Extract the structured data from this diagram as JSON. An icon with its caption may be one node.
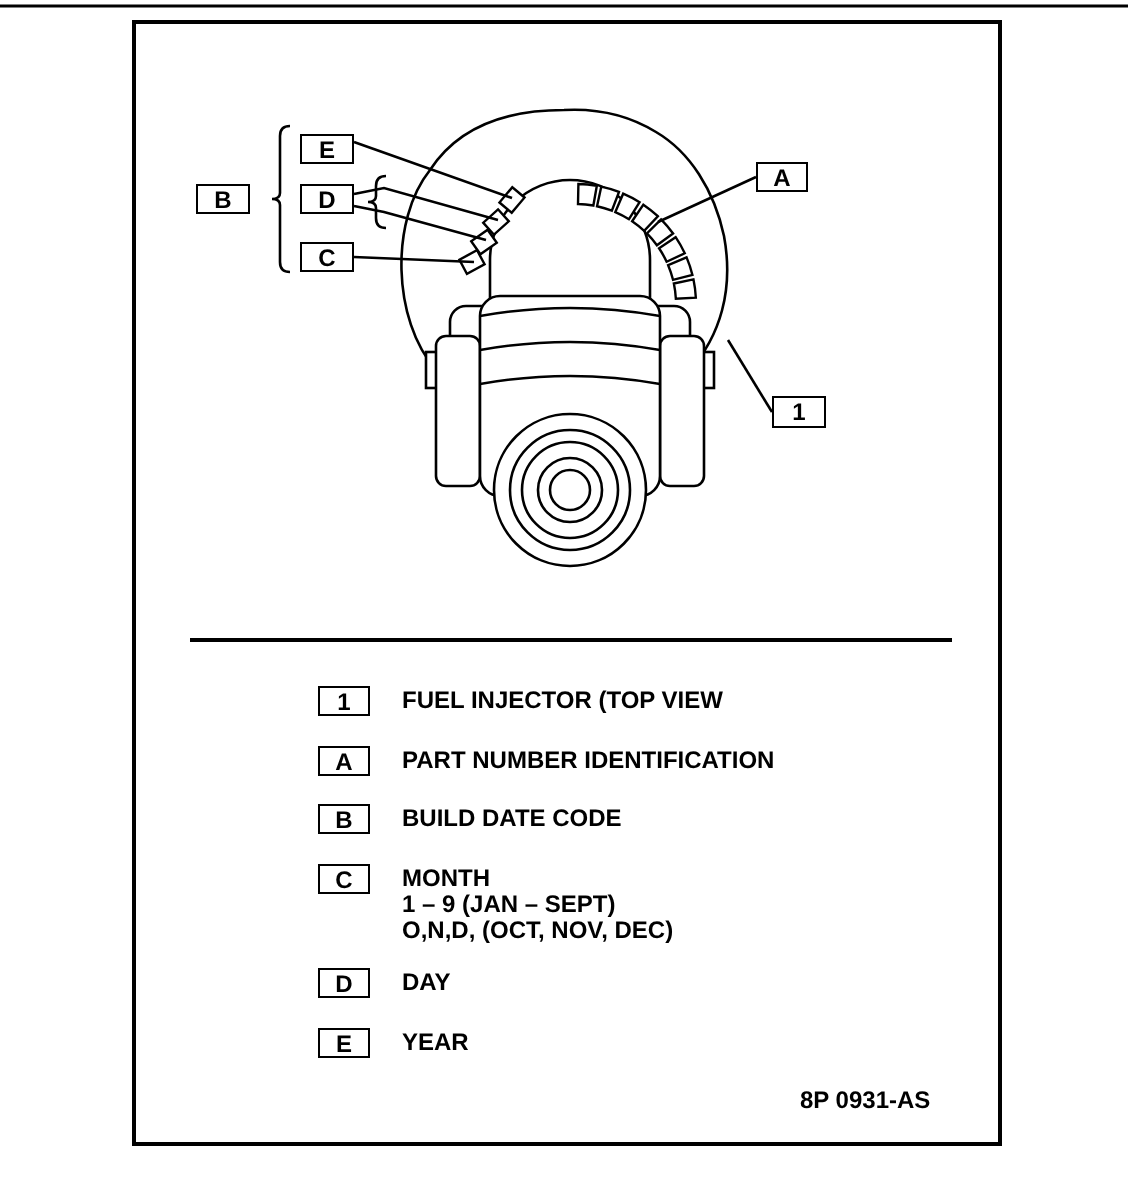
{
  "diagram": {
    "nodes": [
      {
        "text": [
          "E"
        ]
      },
      {
        "text": [
          "A"
        ]
      },
      {
        "text": [
          "B"
        ]
      },
      {
        "text": [
          "D"
        ]
      },
      {
        "text": [
          "C"
        ]
      },
      {
        "text": [
          "1"
        ]
      },
      {
        "text": [],
        "shape": "picture"
      },
      {
        "text": [],
        "shape": "box",
        "in": 6
      },
      {
        "text": [],
        "shape": "box",
        "in": 6
      },
      {
        "text": [],
        "shape": "box",
        "in": 6
      },
      {
        "text": [],
        "shape": "box",
        "in": 6
      },
      {
        "text": [],
        "shape": "bar",
        "in": 6
      },
      {
        "text": [
          "1"
        ],
        "beside": [
          "FUEL INJECTOR (TOP VIEW"
        ]
      },
      {
        "text": [
          "A"
        ],
        "beside": [
          "PART NUMBER IDENTIFICATION"
        ]
      },
      {
        "text": [
          "B"
        ],
        "beside": [
          "BUILD DATE CODE"
        ]
      },
      {
        "text": [
          "C"
        ],
        "beside": [
          "MONTH",
          "1 – 9 (JAN – SEPT)",
          "O,N,D, (OCT, NOV, DEC)"
        ]
      },
      {
        "text": [
          "D"
        ],
        "beside": [
          "DAY"
        ]
      },
      {
        "text": [
          "E"
        ],
        "beside": [
          "YEAR"
        ]
      }
    ],
    "edges": [
      {
        "from": 0,
        "to": 10,
        "arrow": "none"
      },
      {
        "from": 1,
        "to": 11,
        "arrow": "none"
      },
      {
        "from": 3,
        "to": 9,
        "arrow": "none"
      },
      {
        "from": 3,
        "to": 8,
        "arrow": "none"
      },
      {
        "from": 4,
        "to": 7,
        "arrow": "none"
      },
      {
        "from": 5,
        "to": 6,
        "arrow": "none"
      }
    ],
    "labels": [
      "8P 0931-AS"
    ]
  }
}
